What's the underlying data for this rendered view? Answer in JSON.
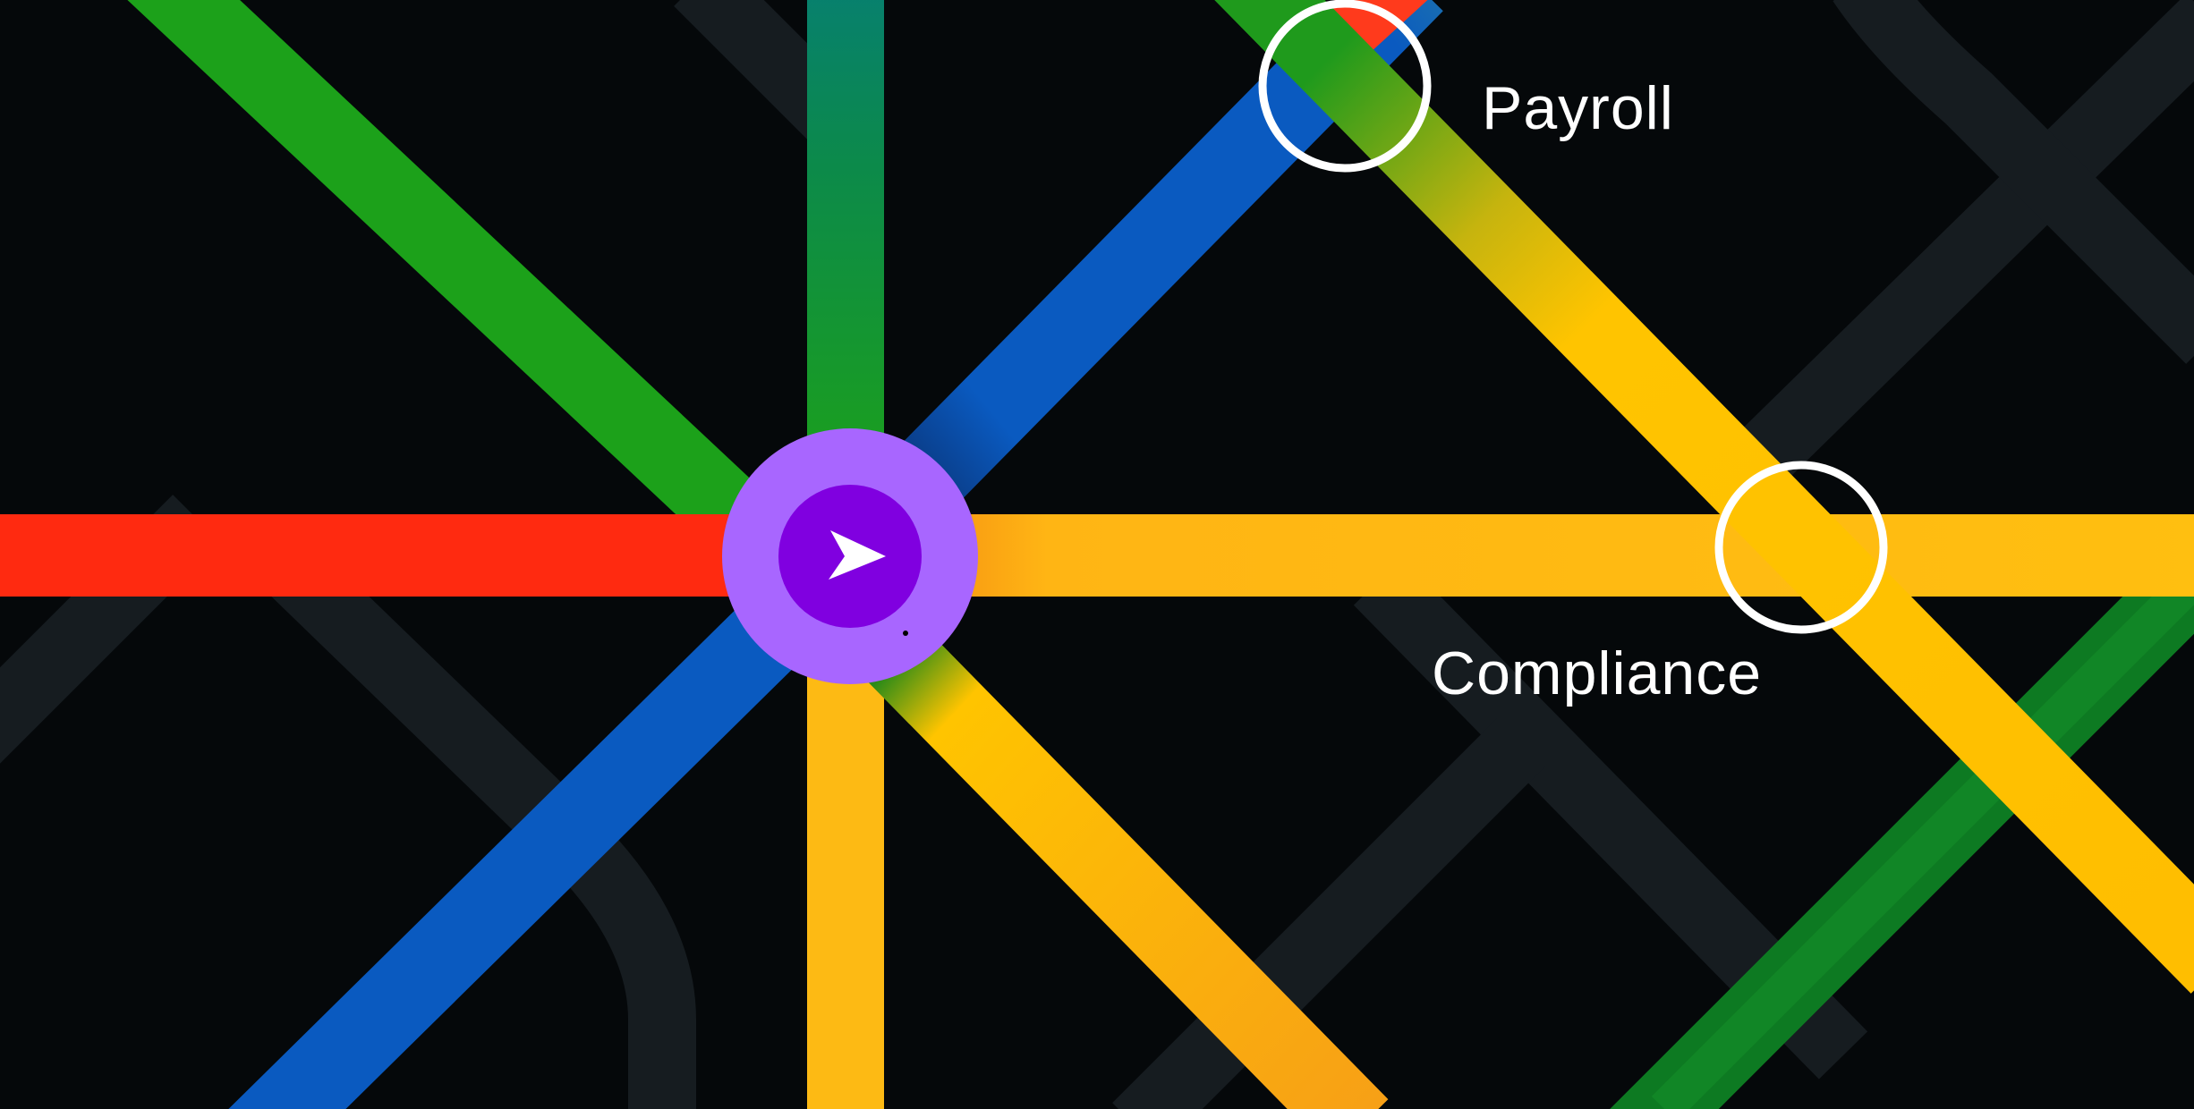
{
  "stations": [
    {
      "id": "payroll",
      "label": "Payroll"
    },
    {
      "id": "compliance",
      "label": "Compliance"
    }
  ],
  "hub": {
    "icon": "play-arrow-icon"
  },
  "colors": {
    "background": "#05080a",
    "red": "#ff2a10",
    "orange": "#f7a016",
    "yellow": "#ffc400",
    "green": "#1ca11a",
    "dark_green": "#0b6b24",
    "teal": "#07806e",
    "blue": "#0a5ac0",
    "grey_line": "#1a2024",
    "hub_outer": "#a866ff",
    "hub_inner": "#8000e0",
    "ring": "#ffffff"
  }
}
